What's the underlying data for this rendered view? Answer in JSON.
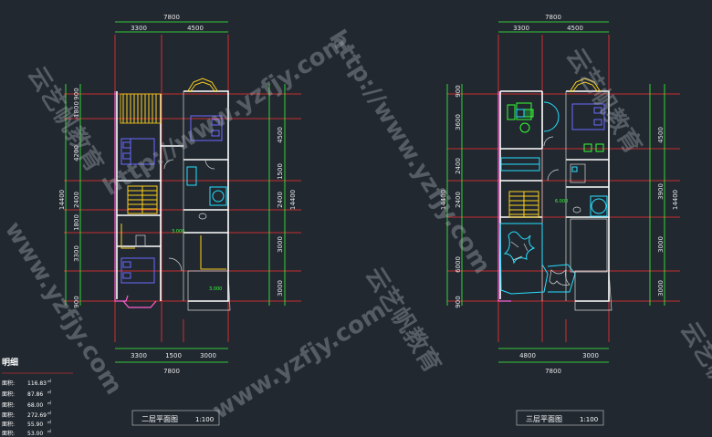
{
  "plan_left": {
    "title": "二层平面图",
    "scale": "1:100",
    "top_total": "7800",
    "top_parts": [
      "3300",
      "4500"
    ],
    "bottom_parts": [
      "3300",
      "1500",
      "3000"
    ],
    "bottom_total": "7800",
    "left_dims": [
      "900",
      "1800",
      "4200",
      "2400",
      "1800",
      "3300",
      "900"
    ],
    "left_total": "14400",
    "right_dims": [
      "4500",
      "1500",
      "2400",
      "3000",
      "3000"
    ],
    "right_total": "14400",
    "level_marks": [
      "3.000",
      "3.000"
    ]
  },
  "plan_right": {
    "title": "三层平面图",
    "scale": "1:100",
    "top_total": "7800",
    "top_parts": [
      "3300",
      "4500"
    ],
    "bottom_parts": [
      "4800",
      "3000"
    ],
    "bottom_total": "7800",
    "left_dims": [
      "900",
      "3600",
      "2400",
      "2400",
      "6000",
      "900"
    ],
    "left_total": "14400",
    "right_dims": [
      "4500",
      "3900",
      "3000",
      "3000"
    ],
    "right_total": "14400",
    "level_marks": [
      "6.000"
    ]
  },
  "area_table": {
    "heading": "明细",
    "rows": [
      {
        "label": "面积:",
        "value": "116.83",
        "unit": "㎡"
      },
      {
        "label": "面积:",
        "value": "87.86",
        "unit": "㎡"
      },
      {
        "label": "面积:",
        "value": "68.00",
        "unit": "㎡"
      },
      {
        "label": "面积:",
        "value": "272.69",
        "unit": "㎡"
      },
      {
        "label": "面积:",
        "value": "55.90",
        "unit": "㎡"
      },
      {
        "label": "面积:",
        "value": "53.00",
        "unit": "㎡"
      }
    ]
  },
  "watermarks": [
    "http://www.yzfjy.com",
    "云艺帆教育",
    "www.yzfjy.com"
  ]
}
